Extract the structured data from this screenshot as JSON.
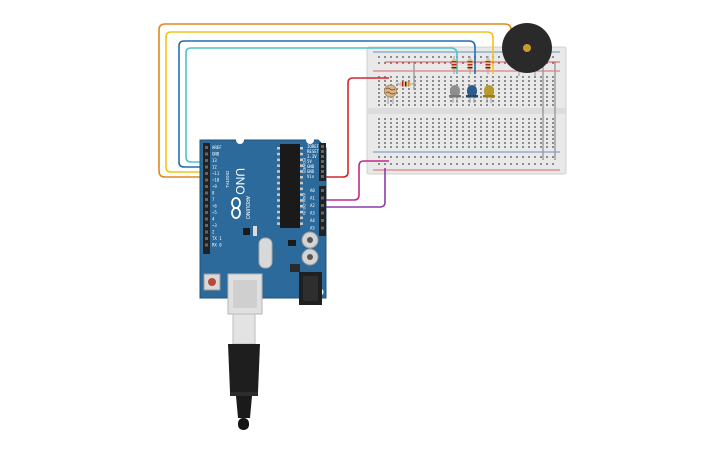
{
  "board": {
    "model_label": "UNO",
    "brand_label": "ARDUINO",
    "digital_label": "DIGITAL",
    "analog_label": "ANALOG IN",
    "power_label": "POWER",
    "digital_pins": [
      "AREF",
      "GND",
      "13",
      "12",
      "~11",
      "~10",
      "~9",
      "8",
      "7",
      "~6",
      "~5",
      "4",
      "~3",
      "2",
      "TX 1",
      "RX 0"
    ],
    "analog_pins": [
      "A0",
      "A1",
      "A2",
      "A3",
      "A4",
      "A5"
    ],
    "power_pins": [
      "IOREF",
      "RESET",
      "3.3V",
      "5V",
      "GND",
      "GND",
      "Vin"
    ]
  },
  "breadboard": {
    "columns": 30
  },
  "colors": {
    "board_blue": "#2b6a9a",
    "wire_orange": "#e08a1e",
    "wire_yellow": "#f2c31c",
    "wire_blue": "#1f6fb5",
    "wire_cyan": "#4fc3cf",
    "wire_red": "#d7262e",
    "wire_magenta": "#c02a8a",
    "wire_purple": "#8e3da6",
    "led_blue": "#2e5c8a",
    "led_yellow": "#b89a2a",
    "led_gray": "#8f8f8f"
  },
  "components": {
    "buzzer": "piezo-buzzer",
    "photoresistor": "photoresistor",
    "usb": "usb-cable"
  }
}
